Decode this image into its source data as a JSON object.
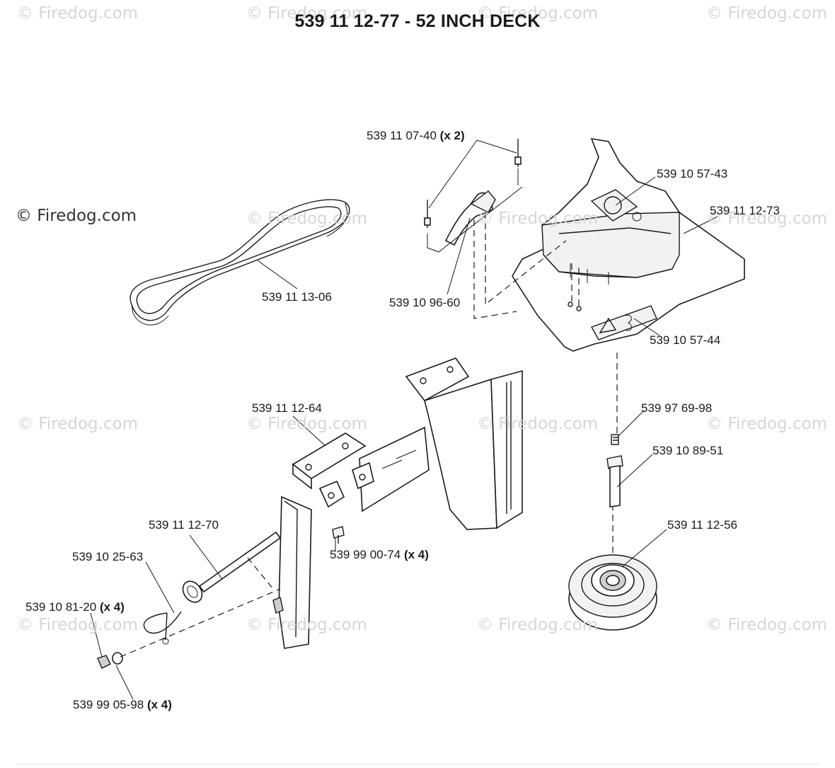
{
  "page": {
    "title": "539 11 12-77 - 52 INCH DECK",
    "copyright": "© Firedog.com",
    "watermark": "© Firedog.com"
  },
  "parts": [
    {
      "id": "belt",
      "number": "539 11 13-06",
      "qty": ""
    },
    {
      "id": "pin",
      "number": "539 11 07-40",
      "qty": "(x 2)"
    },
    {
      "id": "clip",
      "number": "539 10 96-60",
      "qty": ""
    },
    {
      "id": "decal-top",
      "number": "539 10 57-43",
      "qty": ""
    },
    {
      "id": "shield",
      "number": "539 11 12-73",
      "qty": ""
    },
    {
      "id": "decal-warning",
      "number": "539 10 57-44",
      "qty": ""
    },
    {
      "id": "bracket",
      "number": "539 11 12-64",
      "qty": ""
    },
    {
      "id": "fitting",
      "number": "539 97 69-98",
      "qty": ""
    },
    {
      "id": "bolt",
      "number": "539 10 89-51",
      "qty": ""
    },
    {
      "id": "pulley",
      "number": "539 11 12-56",
      "qty": ""
    },
    {
      "id": "rod",
      "number": "539 11 12-70",
      "qty": ""
    },
    {
      "id": "hairpin",
      "number": "539 10 25-63",
      "qty": ""
    },
    {
      "id": "carriage-bolt",
      "number": "539 99 00-74",
      "qty": "(x 4)"
    },
    {
      "id": "locknut",
      "number": "539 10 81-20",
      "qty": "(x 4)"
    },
    {
      "id": "washer",
      "number": "539 99 05-98",
      "qty": "(x 4)"
    }
  ]
}
